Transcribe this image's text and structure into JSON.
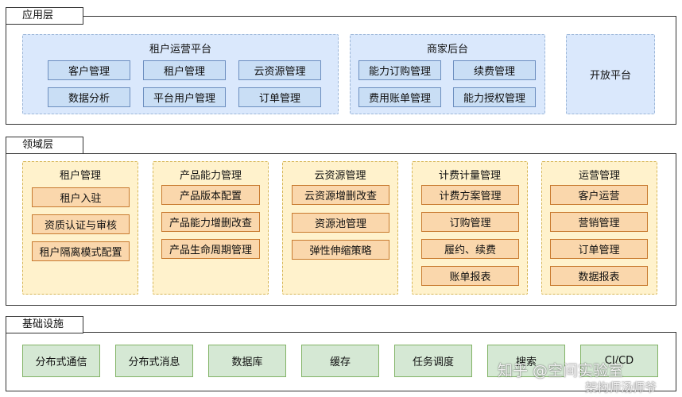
{
  "app_layer": {
    "title": "应用层",
    "tenant_platform": {
      "title": "租户运营平台",
      "items": [
        "客户管理",
        "租户管理",
        "云资源管理",
        "数据分析",
        "平台用户管理",
        "订单管理"
      ]
    },
    "merchant_backend": {
      "title": "商家后台",
      "items": [
        "能力订购管理",
        "续费管理",
        "费用账单管理",
        "能力授权管理"
      ]
    },
    "open_platform": {
      "title": "开放平台"
    }
  },
  "domain_layer": {
    "title": "领域层",
    "groups": [
      {
        "title": "租户管理",
        "items": [
          "租户入驻",
          "资质认证与审核",
          "租户隔离模式配置"
        ]
      },
      {
        "title": "产品能力管理",
        "items": [
          "产品版本配置",
          "产品能力增删改查",
          "产品生命周期管理"
        ]
      },
      {
        "title": "云资源管理",
        "items": [
          "云资源增删改查",
          "资源池管理",
          "弹性伸缩策略"
        ]
      },
      {
        "title": "计费计量管理",
        "items": [
          "计费方案管理",
          "订购管理",
          "履约、续费",
          "账单报表"
        ]
      },
      {
        "title": "运营管理",
        "items": [
          "客户运营",
          "营销管理",
          "订单管理",
          "数据报表"
        ]
      }
    ]
  },
  "infra_layer": {
    "title": "基础设施",
    "items": [
      "分布式通信",
      "分布式消息",
      "数据库",
      "缓存",
      "任务调度",
      "搜索",
      "CI/CD"
    ]
  },
  "watermark": {
    "line1": "知乎 @空间实验室",
    "line2": "架构师汤师爷"
  },
  "colors": {
    "blue_group": "#dae8fc",
    "blue_box": "#c9def5",
    "yellow_group": "#fff2cc",
    "orange_box": "#fad7ac",
    "green_box": "#d5e8d4"
  }
}
